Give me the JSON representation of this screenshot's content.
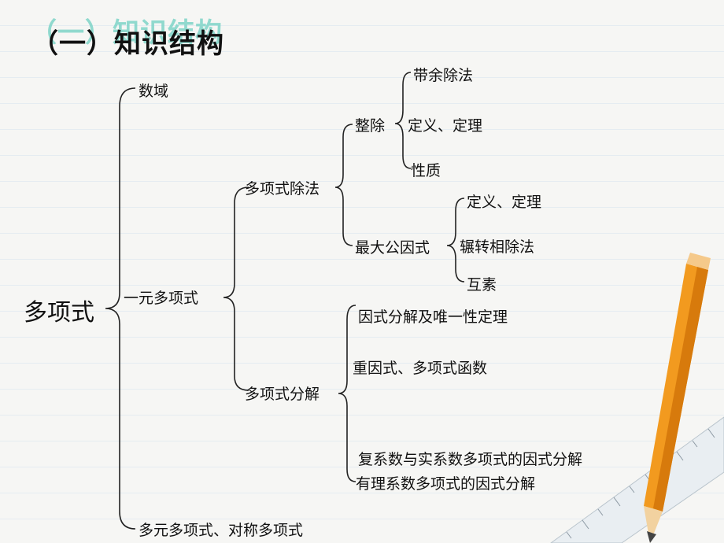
{
  "title": "（一）知识结构",
  "root": "多项式",
  "level1": {
    "a": "数域",
    "b": "一元多项式",
    "c": "多元多项式、对称多项式"
  },
  "level2": {
    "division": "多项式除法",
    "factor": "多项式分解"
  },
  "level3": {
    "divisible": "整除",
    "gcd": "最大公因式",
    "factor_items": [
      "因式分解及唯一性定理",
      "重因式、多项式函数",
      "复系数与实系数多项式的因式分解",
      "有理系数多项式的因式分解"
    ]
  },
  "level4": {
    "divisible_items": [
      "带余除法",
      "定义、定理",
      "性质"
    ],
    "gcd_items": [
      "定义、定理",
      "辗转相除法",
      "互素"
    ]
  },
  "colors": {
    "text": "#111111",
    "title_shadow": "#7fd4c8",
    "pencil": "#f29a1f",
    "ruler": "#e9eef2"
  }
}
